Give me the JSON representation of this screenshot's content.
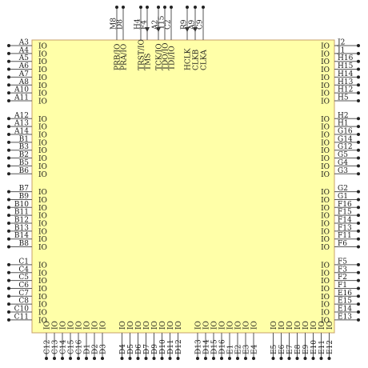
{
  "chip": {
    "body_fill": "#ffffa8",
    "body_stroke": "#c8a06a",
    "pin_color": "#555555",
    "arrow_color": "#333333"
  },
  "pins": {
    "left": [
      "A3",
      "A4",
      "A5",
      "A6",
      "A7",
      "A8",
      "A10",
      "A11",
      "A12",
      "A13",
      "A14",
      "B1",
      "B3",
      "B2",
      "B5",
      "B6",
      "B7",
      "B9",
      "B10",
      "B11",
      "B12",
      "B13",
      "B14",
      "B8",
      "C1",
      "C4",
      "C5",
      "C6",
      "C7",
      "C8",
      "C10",
      "C11"
    ],
    "left_inner": [
      "IO",
      "IO",
      "IO",
      "IO",
      "IO",
      "IO",
      "IO",
      "IO",
      "IO",
      "IO",
      "IO",
      "IO",
      "IO",
      "IO",
      "IO",
      "IO",
      "IO",
      "IO",
      "IO",
      "IO",
      "IO",
      "IO",
      "IO",
      "IO",
      "IO",
      "IO",
      "IO",
      "IO",
      "IO",
      "IO",
      "IO",
      "IO"
    ],
    "right": [
      "J2",
      "J1",
      "H16",
      "H15",
      "H14",
      "H13",
      "H12",
      "H5",
      "H2",
      "H1",
      "G16",
      "G14",
      "G12",
      "G5",
      "G4",
      "G3",
      "G2",
      "G1",
      "F16",
      "F15",
      "F14",
      "F13",
      "F11",
      "F6",
      "F5",
      "F3",
      "F2",
      "F1",
      "E16",
      "E15",
      "E14",
      "E13"
    ],
    "right_inner": [
      "IO",
      "IO",
      "IO",
      "IO",
      "IO",
      "IO",
      "IO",
      "IO",
      "IO",
      "IO",
      "IO",
      "IO",
      "IO",
      "IO",
      "IO",
      "IO",
      "IO",
      "IO",
      "IO",
      "IO",
      "IO",
      "IO",
      "IO",
      "IO",
      "IO",
      "IO",
      "IO",
      "IO",
      "IO",
      "IO",
      "IO",
      "IO"
    ],
    "top": [
      {
        "pin": "M8",
        "inner": "PRB/IO"
      },
      {
        "pin": "D8",
        "inner": "PRA/IO"
      },
      {
        "pin": "H4",
        "inner": "TRST/IO"
      },
      {
        "pin": "F4",
        "inner": "TMS"
      },
      {
        "pin": "A2",
        "inner": "TCK/IO"
      },
      {
        "pin": "T15",
        "inner": "TDO/IO"
      },
      {
        "pin": "C2",
        "inner": "TDI/IO"
      },
      {
        "pin": "R9",
        "inner": "HCLK"
      },
      {
        "pin": "A9",
        "inner": "CLKB"
      },
      {
        "pin": "C9",
        "inner": "CLKA"
      }
    ],
    "bottom": [
      "C12",
      "C13",
      "C14",
      "C15",
      "C16",
      "D1",
      "D2",
      "D3",
      "D4",
      "D5",
      "D6",
      "D7",
      "D9",
      "D10",
      "D11",
      "D12",
      "D13",
      "D14",
      "D15",
      "D16",
      "E1",
      "E2",
      "E3",
      "E4",
      "E5",
      "E6",
      "E7",
      "E8",
      "E9",
      "E10",
      "E11",
      "E12"
    ],
    "bottom_inner": [
      "IO",
      "IO",
      "IO",
      "IO",
      "IO",
      "IO",
      "IO",
      "IO",
      "IO",
      "IO",
      "IO",
      "IO",
      "IO",
      "IO",
      "IO",
      "IO",
      "IO",
      "IO",
      "IO",
      "IO",
      "IO",
      "IO",
      "IO",
      "IO",
      "IO",
      "IO",
      "IO",
      "IO",
      "IO",
      "IO",
      "IO",
      "IO"
    ]
  }
}
